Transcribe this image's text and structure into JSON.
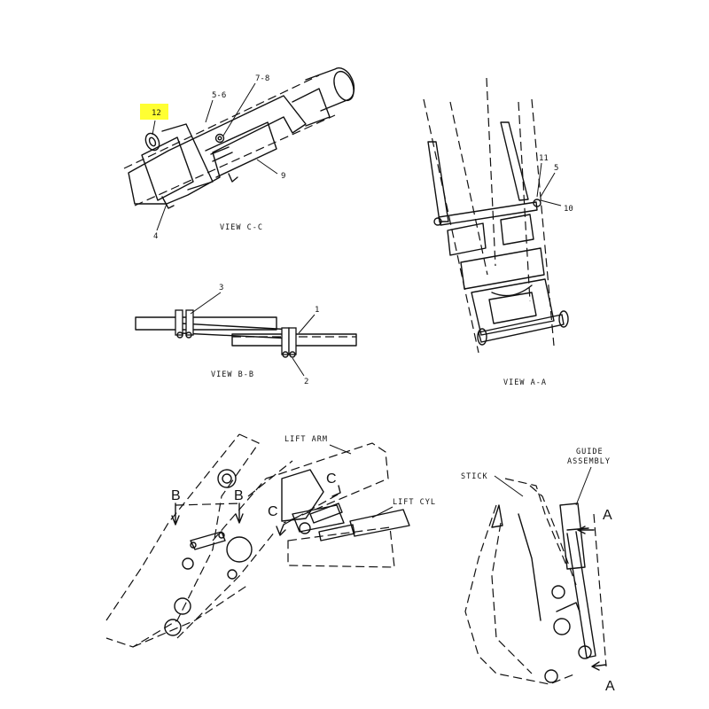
{
  "highlight_color": "#ffff33",
  "view_cc": {
    "caption": "VIEW C-C",
    "callouts": {
      "c12": "12",
      "c56": "5-6",
      "c78": "7-8",
      "c9": "9",
      "c4": "4"
    }
  },
  "view_aa": {
    "caption": "VIEW A-A",
    "callouts": {
      "c11": "11",
      "c5": "5",
      "c10": "10"
    }
  },
  "view_bb": {
    "caption": "VIEW B-B",
    "callouts": {
      "c3": "3",
      "c1": "1",
      "c2": "2"
    }
  },
  "overview_left": {
    "labels": {
      "lift_arm": "LIFT ARM",
      "lift_cyl": "LIFT CYL"
    },
    "section_markers": {
      "b_left": "B",
      "b_right": "B",
      "c_top": "C",
      "c_left": "C"
    }
  },
  "overview_right": {
    "labels": {
      "stick": "STICK",
      "guide_1": "GUIDE",
      "guide_2": "ASSEMBLY"
    },
    "section_markers": {
      "a_top": "A",
      "a_bottom": "A"
    }
  }
}
